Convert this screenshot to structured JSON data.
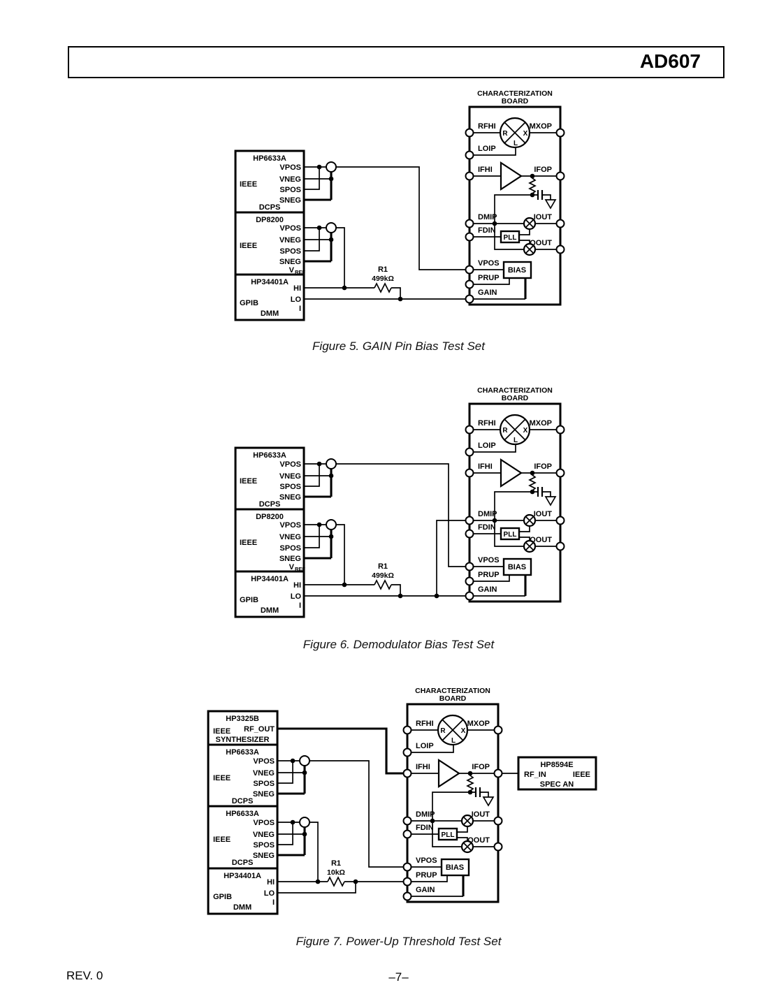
{
  "header": {
    "part_number": "AD607"
  },
  "board": {
    "title_line1": "CHARACTERIZATION",
    "title_line2": "BOARD",
    "pins": {
      "rfhi": "RFHI",
      "mxop": "MXOP",
      "loip": "LOIP",
      "ifhi": "IFHI",
      "ifop": "IFOP",
      "dmip": "DMIP",
      "fdin": "FDIN",
      "iout": "IOUT",
      "qout": "QOUT",
      "vpos": "VPOS",
      "prup": "PRUP",
      "gain": "GAIN"
    },
    "mixer": {
      "r": "R",
      "x": "X",
      "l": "L"
    },
    "pll_label": "PLL",
    "bias_label": "BIAS"
  },
  "instruments": {
    "dcps": {
      "model": "HP6633A",
      "bus": "IEEE",
      "pins": [
        "VPOS",
        "VNEG",
        "SPOS",
        "SNEG"
      ],
      "type": "DCPS"
    },
    "ref_supply": {
      "model": "DP8200",
      "bus": "IEEE",
      "type_main": "V",
      "type_sub": "REF"
    },
    "dmm": {
      "model": "HP34401A",
      "bus": "GPIB",
      "pins": [
        "HI",
        "LO",
        "I"
      ],
      "type": "DMM"
    },
    "synthesizer": {
      "model": "HP3325B",
      "bus": "IEEE",
      "pin": "RF_OUT",
      "type": "SYNTHESIZER"
    },
    "spectrum_analyzer": {
      "model": "HP8594E",
      "pin": "RF_IN",
      "bus": "IEEE",
      "type": "SPEC AN"
    }
  },
  "figure5": {
    "caption": "Figure 5.  GAIN Pin Bias Test Set",
    "resistor": {
      "name": "R1",
      "value": "499kΩ"
    }
  },
  "figure6": {
    "caption": "Figure 6.  Demodulator Bias Test Set",
    "resistor": {
      "name": "R1",
      "value": "499kΩ"
    }
  },
  "figure7": {
    "caption": "Figure 7.  Power-Up Threshold Test Set",
    "resistor": {
      "name": "R1",
      "value": "10kΩ"
    }
  },
  "footer": {
    "revision": "REV. 0",
    "page_number": "–7–"
  }
}
